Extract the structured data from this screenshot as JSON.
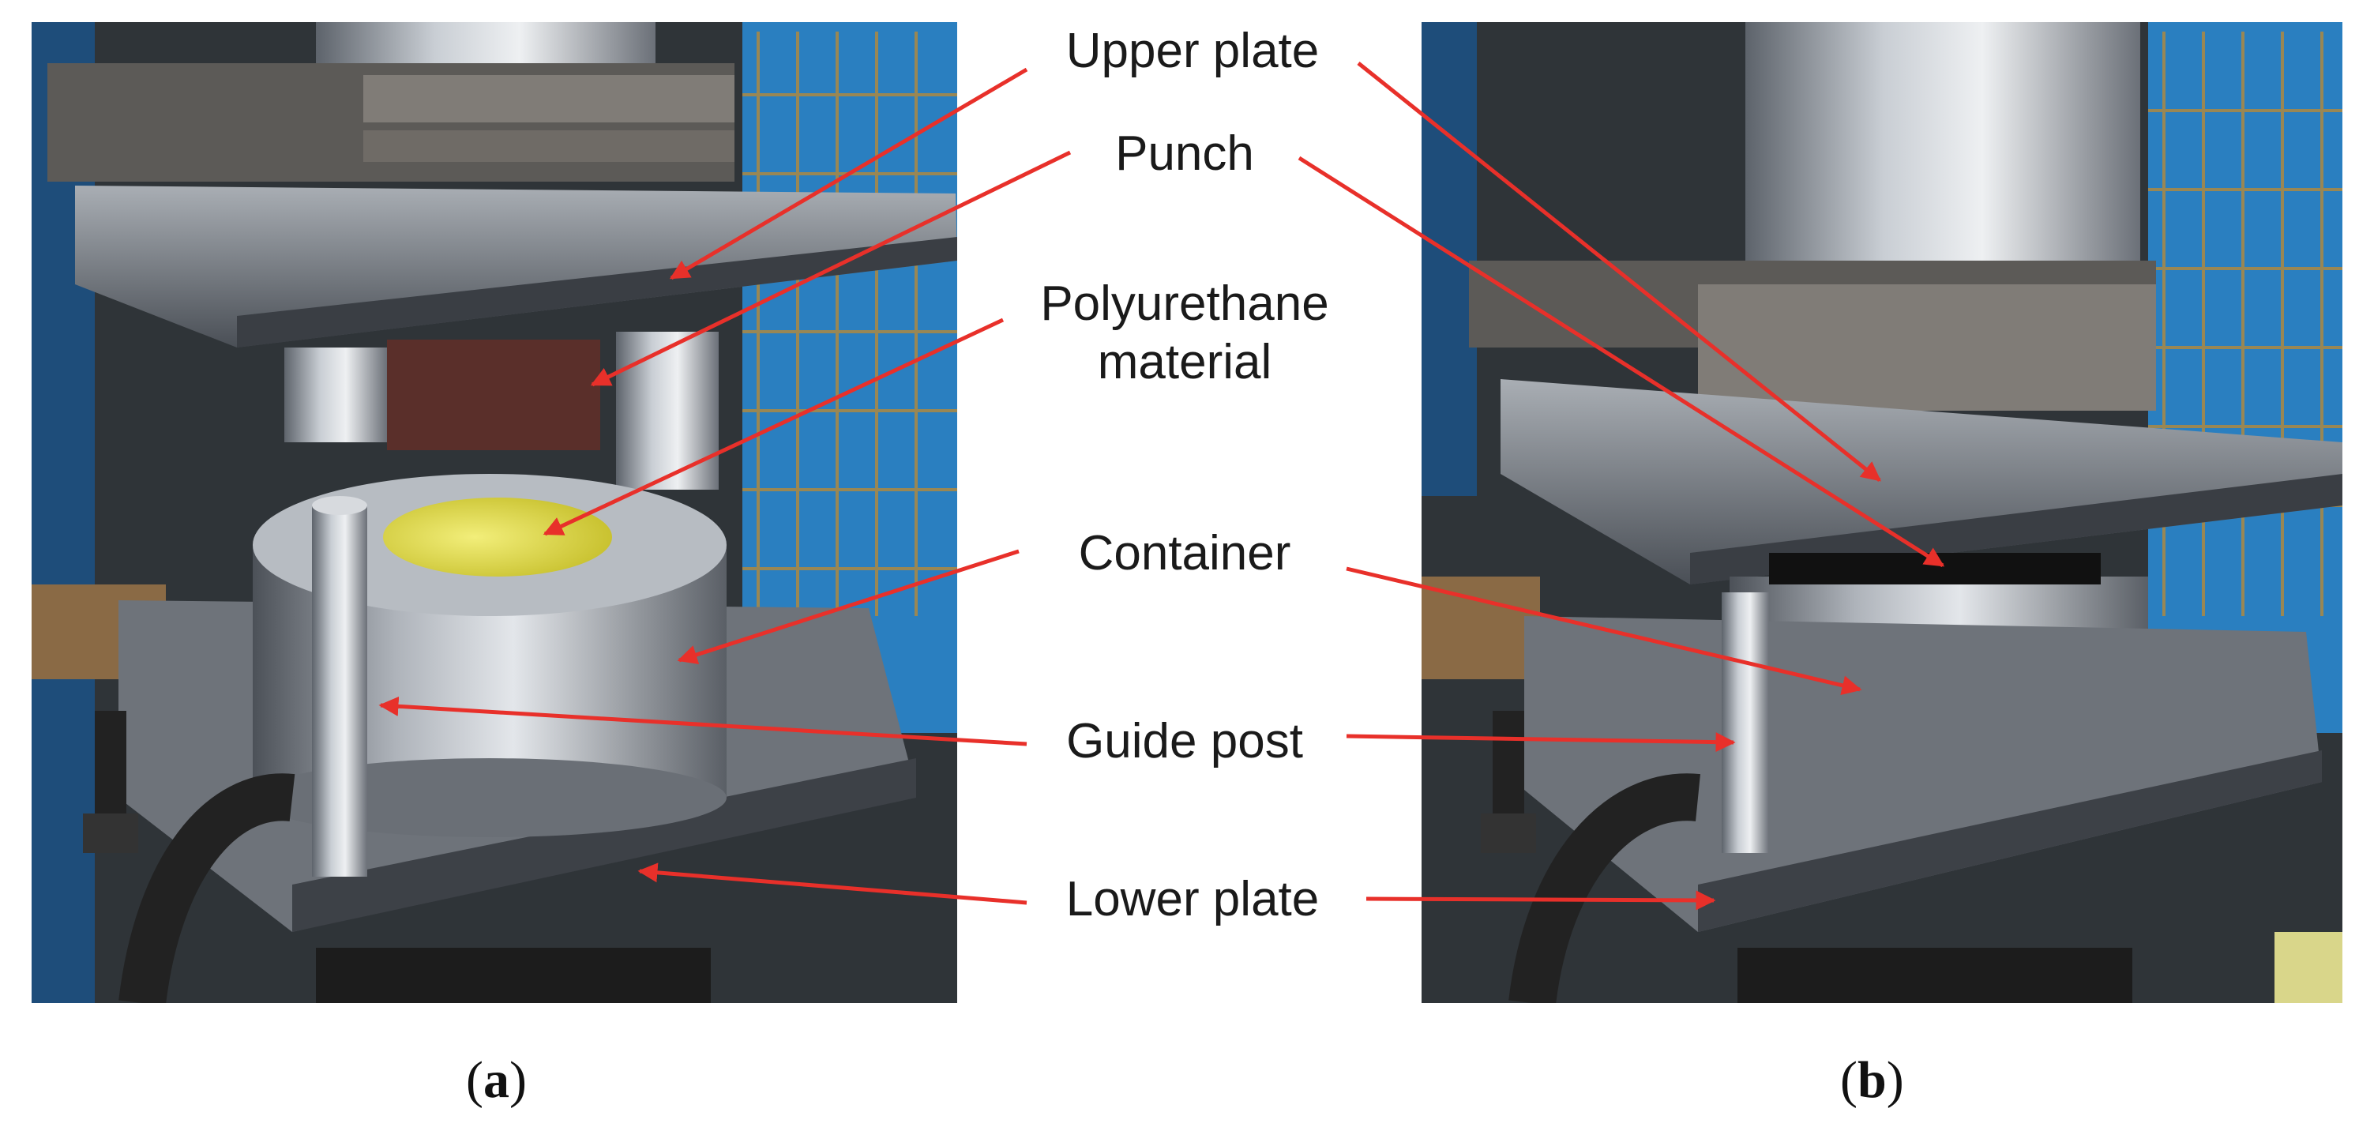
{
  "panels": [
    {
      "id": "a",
      "caption_open": "(",
      "caption_letter": "a",
      "caption_close": ")"
    },
    {
      "id": "b",
      "caption_open": "(",
      "caption_letter": "b",
      "caption_close": ")"
    }
  ],
  "labels": {
    "upper_plate": "Upper plate",
    "punch": "Punch",
    "polyurethane_line1": "Polyurethane",
    "polyurethane_line2": "material",
    "container": "Container",
    "guide_post": "Guide post",
    "lower_plate": "Lower plate"
  },
  "colors": {
    "annotation_arrow": "#e8302a",
    "label_text": "#1a1a1a",
    "polyurethane": "#e4e045",
    "steel": "#9aa0a8"
  }
}
